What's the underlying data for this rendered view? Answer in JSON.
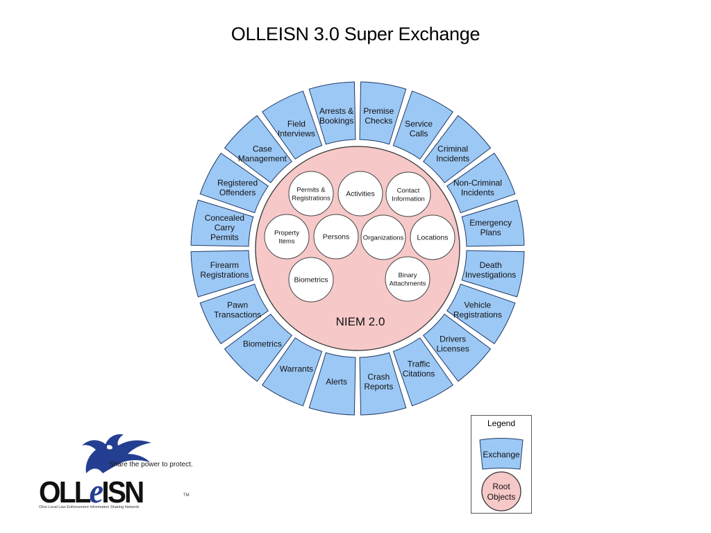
{
  "title": "OLLEISN 3.0 Super Exchange",
  "exchanges": [
    {
      "label": [
        "Arrests &",
        "Bookings"
      ]
    },
    {
      "label": [
        "Premise",
        "Checks"
      ]
    },
    {
      "label": [
        "Service",
        "Calls"
      ]
    },
    {
      "label": [
        "Criminal",
        "Incidents"
      ]
    },
    {
      "label": [
        "Non-Criminal",
        "Incidents"
      ]
    },
    {
      "label": [
        "Emergency",
        "Plans"
      ]
    },
    {
      "label": [
        "Death",
        "Investigations"
      ]
    },
    {
      "label": [
        "Vehicle",
        "Registrations"
      ]
    },
    {
      "label": [
        "Drivers",
        "Licenses"
      ]
    },
    {
      "label": [
        "Traffic",
        "Citations"
      ]
    },
    {
      "label": [
        "Crash",
        "Reports"
      ]
    },
    {
      "label": [
        "Alerts"
      ]
    },
    {
      "label": [
        "Warrants"
      ]
    },
    {
      "label": [
        "Biometrics"
      ]
    },
    {
      "label": [
        "Pawn",
        "Transactions"
      ]
    },
    {
      "label": [
        "Firearm",
        "Registrations"
      ]
    },
    {
      "label": [
        "Concealed",
        "Carry",
        "Permits"
      ]
    },
    {
      "label": [
        "Registered",
        "Offenders"
      ]
    },
    {
      "label": [
        "Case",
        "Management"
      ]
    },
    {
      "label": [
        "Field",
        "Interviews"
      ]
    }
  ],
  "core_label": "NIEM 2.0",
  "root_objects": [
    {
      "label": [
        "Permits &",
        "Registrations"
      ]
    },
    {
      "label": [
        "Activities"
      ]
    },
    {
      "label": [
        "Contact",
        "Information"
      ]
    },
    {
      "label": [
        "Property",
        "Items"
      ]
    },
    {
      "label": [
        "Persons"
      ]
    },
    {
      "label": [
        "Organizations"
      ]
    },
    {
      "label": [
        "Locations"
      ]
    },
    {
      "label": [
        "Biometrics"
      ]
    },
    {
      "label": [
        "Binary",
        "Attachments"
      ]
    }
  ],
  "legend": {
    "title": "Legend",
    "exchange_label": "Exchange",
    "root_label": [
      "Root",
      "Objects"
    ]
  },
  "logo": {
    "tagline": "Share the power to protect.",
    "wordmark_left": "OLL",
    "wordmark_e": "e",
    "wordmark_right": "ISN",
    "trademark": "TM",
    "subtitle": "Ohio Local Law Enforcement Information Sharing Network"
  },
  "colors": {
    "exchange_fill": "#9cc8f5",
    "core_fill": "#f6c8c8",
    "root_object_fill": "#ffffff",
    "logo_blue": "#243f91"
  }
}
